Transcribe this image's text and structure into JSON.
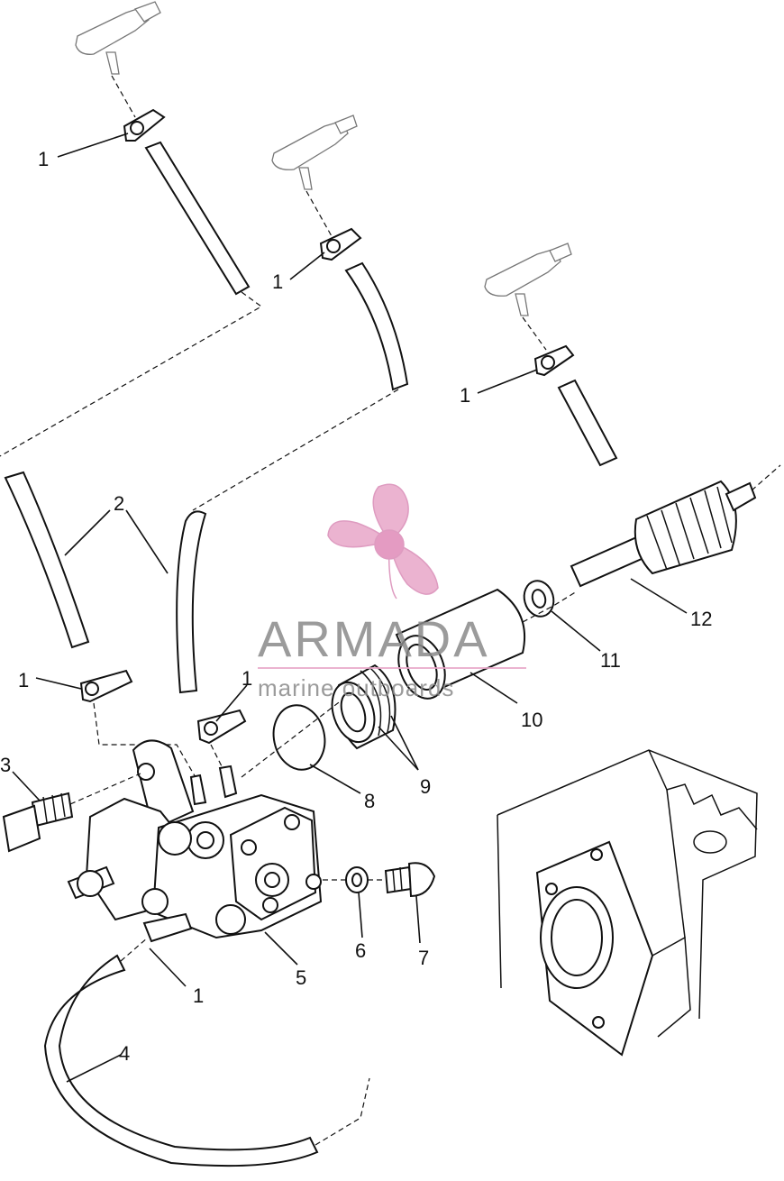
{
  "callouts": {
    "c1a": "1",
    "c1b": "1",
    "c1c": "1",
    "c1d": "1",
    "c1e": "1",
    "c1f": "1",
    "c2": "2",
    "c3": "3",
    "c4": "4",
    "c5": "5",
    "c6": "6",
    "c7": "7",
    "c8": "8",
    "c9": "9",
    "c10": "10",
    "c11": "11",
    "c12": "12"
  },
  "watermark": {
    "brand": "ARMADA",
    "tagline": "marine outboards",
    "accent_color": "#e8a6c8",
    "text_color": "#8a8a8a"
  }
}
